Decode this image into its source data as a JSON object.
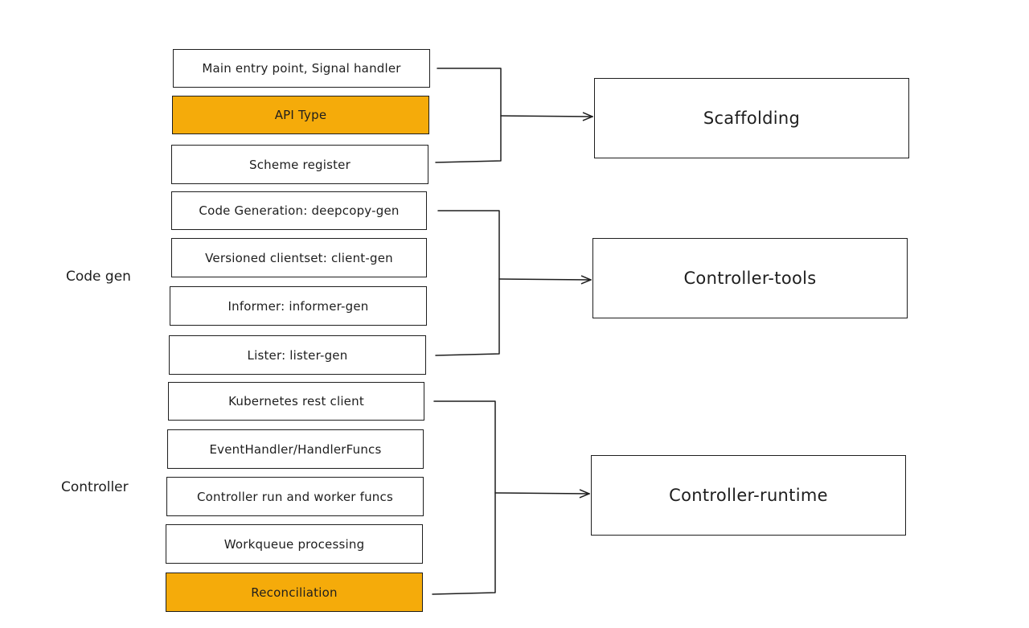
{
  "components": [
    {
      "id": "main-entry",
      "label": "Main entry point, Signal handler",
      "highlight": false
    },
    {
      "id": "api-type",
      "label": "API Type",
      "highlight": true
    },
    {
      "id": "scheme-register",
      "label": "Scheme register",
      "highlight": false
    },
    {
      "id": "deepcopy-gen",
      "label": "Code Generation: deepcopy-gen",
      "highlight": false
    },
    {
      "id": "client-gen",
      "label": "Versioned clientset: client-gen",
      "highlight": false
    },
    {
      "id": "informer-gen",
      "label": "Informer: informer-gen",
      "highlight": false
    },
    {
      "id": "lister-gen",
      "label": "Lister: lister-gen",
      "highlight": false
    },
    {
      "id": "rest-client",
      "label": "Kubernetes rest client",
      "highlight": false
    },
    {
      "id": "event-handler",
      "label": "EventHandler/HandlerFuncs",
      "highlight": false
    },
    {
      "id": "controller-run",
      "label": "Controller run and worker funcs",
      "highlight": false
    },
    {
      "id": "workqueue",
      "label": "Workqueue processing",
      "highlight": false
    },
    {
      "id": "reconciliation",
      "label": "Reconciliation",
      "highlight": true
    }
  ],
  "targets": [
    {
      "id": "scaffolding",
      "label": "Scaffolding"
    },
    {
      "id": "controller-tools",
      "label": "Controller-tools"
    },
    {
      "id": "controller-runtime",
      "label": "Controller-runtime"
    }
  ],
  "group_labels": [
    {
      "id": "code-gen",
      "label": "Code gen"
    },
    {
      "id": "controller",
      "label": "Controller"
    }
  ],
  "colors": {
    "highlight": "#f5ab0a",
    "stroke": "#1e1e1e"
  }
}
